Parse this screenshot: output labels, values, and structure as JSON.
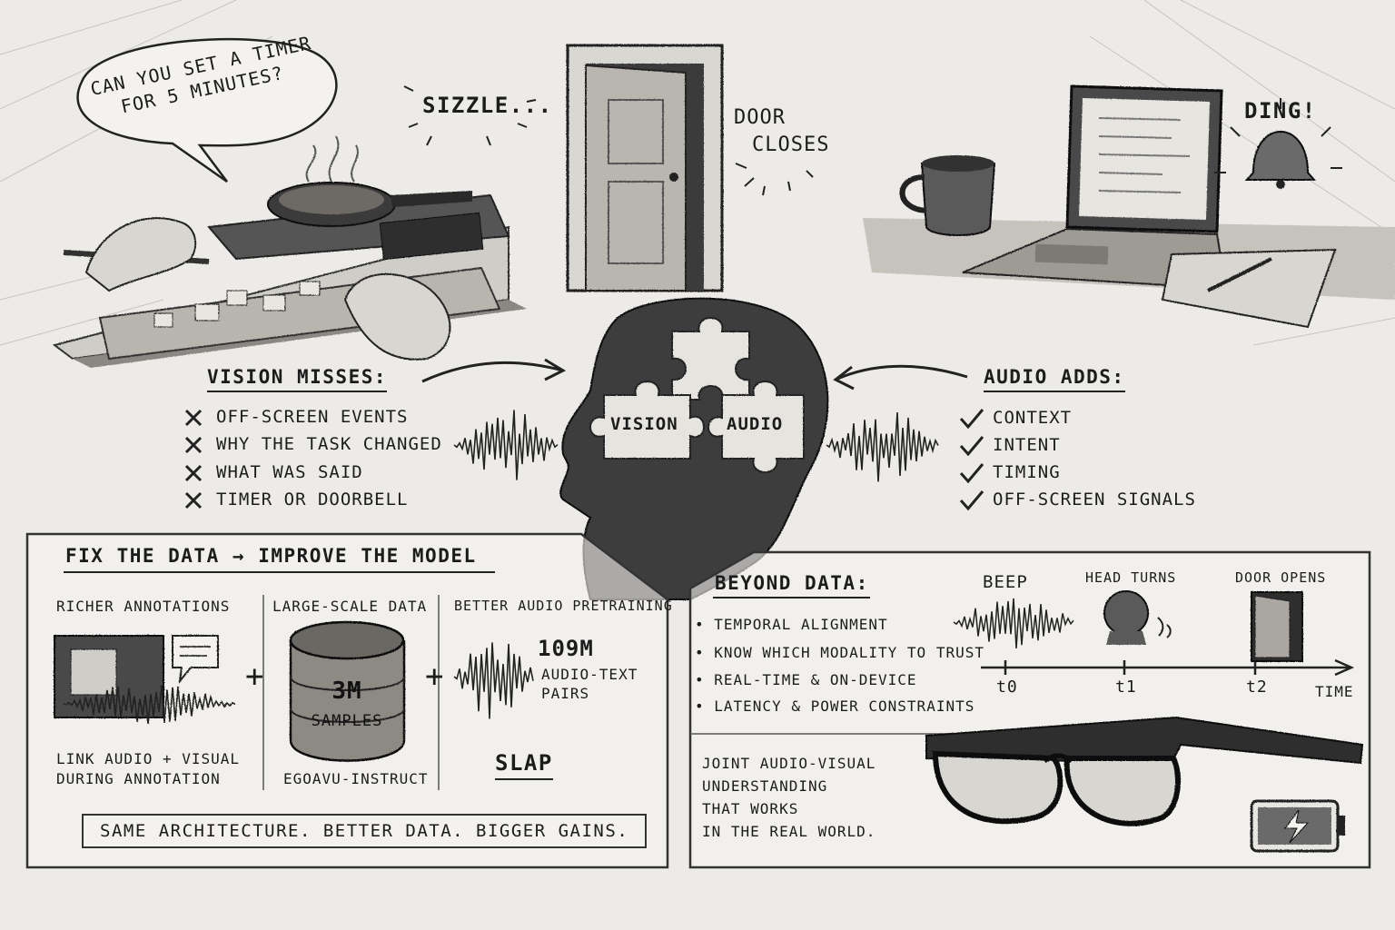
{
  "top_scene": {
    "speech_bubble": {
      "line1": "Can you set a timer",
      "line2": "for 5 minutes?"
    },
    "sizzle_label": "Sizzle...",
    "door_label": {
      "line1": "Door",
      "line2": "closes"
    },
    "ding_label": "Ding!"
  },
  "brain": {
    "vision_piece": "Vision",
    "audio_piece": "Audio"
  },
  "vision_misses": {
    "title": "Vision misses:",
    "items": [
      "Off-screen events",
      "Why the task changed",
      "What was said",
      "Timer or doorbell"
    ]
  },
  "audio_adds": {
    "title": "Audio adds:",
    "items": [
      "Context",
      "Intent",
      "Timing",
      "Off-screen signals"
    ]
  },
  "fix_panel": {
    "title_part1": "Fix the data",
    "arrow": "→",
    "title_part2": "improve the model",
    "col1": {
      "title": "Richer annotations",
      "caption_line1": "Link audio + visual",
      "caption_line2": "during annotation"
    },
    "col2": {
      "title": "Large-scale data",
      "value": "3M",
      "unit": "samples",
      "caption": "EgoAVU-Instruct"
    },
    "col3": {
      "title": "Better audio pretraining",
      "value": "109M",
      "unit_line1": "audio-text",
      "unit_line2": "pairs",
      "caption": "SLAP"
    },
    "plus": "+",
    "tagline": "Same architecture. Better data. Bigger gains."
  },
  "beyond_panel": {
    "title": "Beyond data:",
    "bullets": [
      "Temporal alignment",
      "Know which modality to trust",
      "Real-time & on-device",
      "Latency & power constraints"
    ],
    "timeline": {
      "events": [
        "Beep",
        "Head turns",
        "Door opens"
      ],
      "ticks": [
        "t0",
        "t1",
        "t2"
      ],
      "axis_label": "Time"
    },
    "closing_lines": [
      "Joint audio-visual",
      "understanding",
      "that works",
      "in the real world."
    ]
  }
}
